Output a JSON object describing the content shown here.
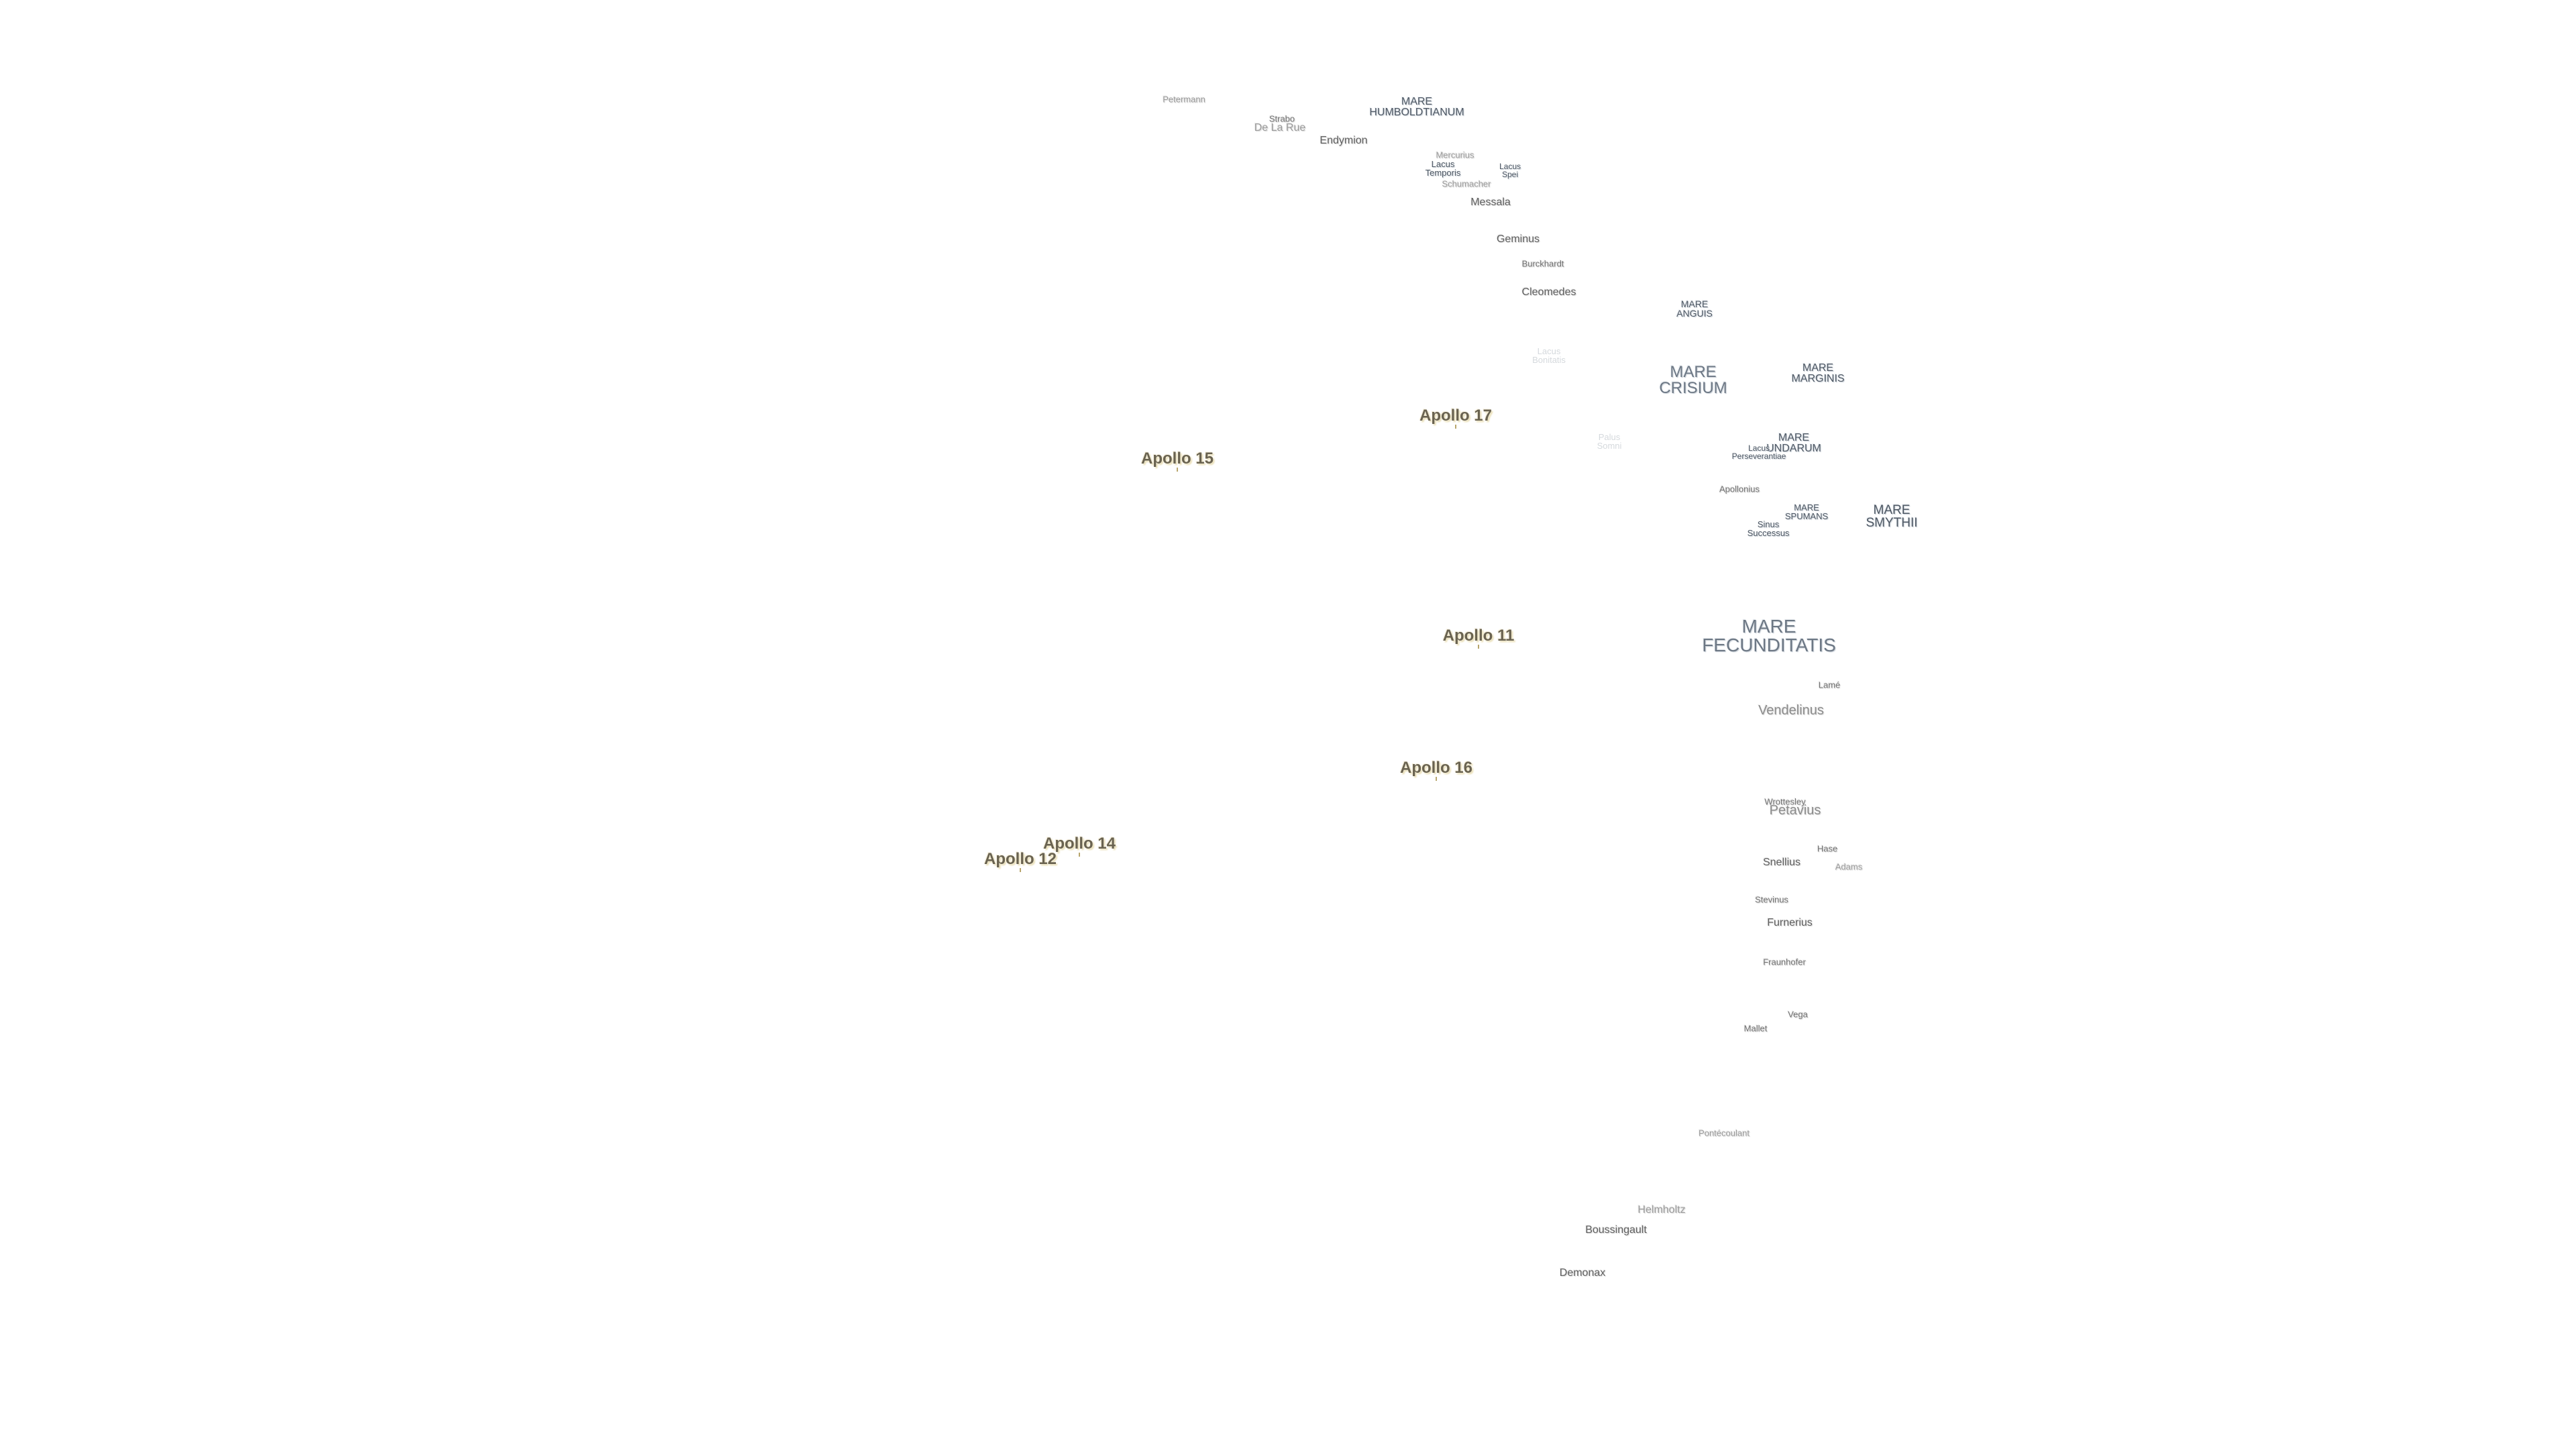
{
  "apollo_sites": [
    {
      "id": "apollo-15",
      "label": "Apollo 15"
    },
    {
      "id": "apollo-17",
      "label": "Apollo 17"
    },
    {
      "id": "apollo-11",
      "label": "Apollo 11"
    },
    {
      "id": "apollo-16",
      "label": "Apollo 16"
    },
    {
      "id": "apollo-14",
      "label": "Apollo 14"
    },
    {
      "id": "apollo-12",
      "label": "Apollo 12"
    }
  ],
  "maria": [
    {
      "id": "mare-humboldtianum",
      "label": "MARE\nHUMBOLDTIANUM"
    },
    {
      "id": "mare-anguis",
      "label": "MARE\nANGUIS"
    },
    {
      "id": "mare-crisium",
      "label": "MARE\nCRISIUM"
    },
    {
      "id": "mare-marginis",
      "label": "MARE\nMARGINIS"
    },
    {
      "id": "mare-undarum",
      "label": "MARE\nUNDARUM"
    },
    {
      "id": "mare-spumans",
      "label": "MARE\nSPUMANS"
    },
    {
      "id": "mare-smythii",
      "label": "MARE\nSMYTHII"
    },
    {
      "id": "mare-fecunditatis",
      "label": "MARE\nFECUNDITATIS"
    }
  ],
  "lakes_bays": [
    {
      "id": "lacus-temporis",
      "label": "Lacus\nTemporis"
    },
    {
      "id": "lacus-spei",
      "label": "Lacus\nSpei"
    },
    {
      "id": "lacus-bonitatis",
      "label": "Lacus\nBonitatis"
    },
    {
      "id": "palus-somni",
      "label": "Palus\nSomni"
    },
    {
      "id": "sinus-successus",
      "label": "Sinus\nSuccessus"
    },
    {
      "id": "lacus-perseverantiae",
      "label": "Lacus\nPerseverantiae"
    }
  ],
  "craters": [
    {
      "id": "petermann",
      "label": "Petermann"
    },
    {
      "id": "strabo",
      "label": "Strabo"
    },
    {
      "id": "de-la-rue",
      "label": "De La Rue"
    },
    {
      "id": "endymion",
      "label": "Endymion"
    },
    {
      "id": "mercurius",
      "label": "Mercurius"
    },
    {
      "id": "schumacher",
      "label": "Schumacher"
    },
    {
      "id": "messala",
      "label": "Messala"
    },
    {
      "id": "geminus",
      "label": "Geminus"
    },
    {
      "id": "burckhardt",
      "label": "Burckhardt"
    },
    {
      "id": "cleomedes",
      "label": "Cleomedes"
    },
    {
      "id": "apollonius",
      "label": "Apollonius"
    },
    {
      "id": "lame",
      "label": "Lamé"
    },
    {
      "id": "vendelinus",
      "label": "Vendelinus"
    },
    {
      "id": "petavius",
      "label": "Petavius"
    },
    {
      "id": "wrottesley",
      "label": "Wrottesley"
    },
    {
      "id": "hase",
      "label": "Hase"
    },
    {
      "id": "snellius",
      "label": "Snellius"
    },
    {
      "id": "adams",
      "label": "Adams"
    },
    {
      "id": "stevinus",
      "label": "Stevinus"
    },
    {
      "id": "furnerius",
      "label": "Furnerius"
    },
    {
      "id": "fraunhofer",
      "label": "Fraunhofer"
    },
    {
      "id": "vega",
      "label": "Vega"
    },
    {
      "id": "mallet",
      "label": "Mallet"
    },
    {
      "id": "pontecoulant",
      "label": "Pontécoulant"
    },
    {
      "id": "helmholtz",
      "label": "Helmholtz"
    },
    {
      "id": "boussingault",
      "label": "Boussingault"
    },
    {
      "id": "demonax",
      "label": "Demonax"
    }
  ]
}
